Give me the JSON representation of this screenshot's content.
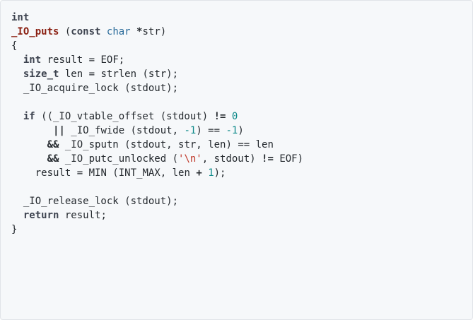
{
  "colors": {
    "background": "#f6f8fa",
    "border": "#e1e4e8",
    "plain_text": "#24292e",
    "keyword": "#3e4450",
    "function_name": "#8a1f11",
    "number": "#0e8a8a",
    "string": "#c0392b",
    "builtin_type": "#2a6b9a"
  },
  "code": {
    "lines": [
      [
        {
          "t": "int",
          "k": "type"
        }
      ],
      [
        {
          "t": "_IO_puts",
          "k": "funcname"
        },
        {
          "t": " (",
          "k": "plain"
        },
        {
          "t": "const",
          "k": "keyword"
        },
        {
          "t": " ",
          "k": "plain"
        },
        {
          "t": "char",
          "k": "builtin"
        },
        {
          "t": " ",
          "k": "plain"
        },
        {
          "t": "*",
          "k": "operator"
        },
        {
          "t": "str)",
          "k": "plain"
        }
      ],
      [
        {
          "t": "{",
          "k": "plain"
        }
      ],
      [
        {
          "t": "  ",
          "k": "plain"
        },
        {
          "t": "int",
          "k": "type"
        },
        {
          "t": " result ",
          "k": "plain"
        },
        {
          "t": "=",
          "k": "plain"
        },
        {
          "t": " EOF;",
          "k": "plain"
        }
      ],
      [
        {
          "t": "  ",
          "k": "plain"
        },
        {
          "t": "size_t",
          "k": "type"
        },
        {
          "t": " len ",
          "k": "plain"
        },
        {
          "t": "=",
          "k": "plain"
        },
        {
          "t": " strlen (str);",
          "k": "plain"
        }
      ],
      [
        {
          "t": "  _IO_acquire_lock (stdout);",
          "k": "plain"
        }
      ],
      [
        {
          "t": "",
          "k": "plain"
        }
      ],
      [
        {
          "t": "  ",
          "k": "plain"
        },
        {
          "t": "if",
          "k": "keyword"
        },
        {
          "t": " ((_IO_vtable_offset (stdout) ",
          "k": "plain"
        },
        {
          "t": "!=",
          "k": "operator"
        },
        {
          "t": " ",
          "k": "plain"
        },
        {
          "t": "0",
          "k": "number"
        }
      ],
      [
        {
          "t": "       ",
          "k": "plain"
        },
        {
          "t": "||",
          "k": "operator"
        },
        {
          "t": " _IO_fwide (stdout, ",
          "k": "plain"
        },
        {
          "t": "-1",
          "k": "number"
        },
        {
          "t": ") ",
          "k": "plain"
        },
        {
          "t": "==",
          "k": "plain"
        },
        {
          "t": " ",
          "k": "plain"
        },
        {
          "t": "-1",
          "k": "number"
        },
        {
          "t": ")",
          "k": "plain"
        }
      ],
      [
        {
          "t": "      ",
          "k": "plain"
        },
        {
          "t": "&&",
          "k": "operator"
        },
        {
          "t": " _IO_sputn (stdout, str, len) ",
          "k": "plain"
        },
        {
          "t": "==",
          "k": "plain"
        },
        {
          "t": " len",
          "k": "plain"
        }
      ],
      [
        {
          "t": "      ",
          "k": "plain"
        },
        {
          "t": "&&",
          "k": "operator"
        },
        {
          "t": " _IO_putc_unlocked (",
          "k": "plain"
        },
        {
          "t": "'\\n'",
          "k": "string"
        },
        {
          "t": ", stdout) ",
          "k": "plain"
        },
        {
          "t": "!=",
          "k": "operator"
        },
        {
          "t": " EOF)",
          "k": "plain"
        }
      ],
      [
        {
          "t": "    result ",
          "k": "plain"
        },
        {
          "t": "=",
          "k": "plain"
        },
        {
          "t": " MIN (INT_MAX, len ",
          "k": "plain"
        },
        {
          "t": "+",
          "k": "operator"
        },
        {
          "t": " ",
          "k": "plain"
        },
        {
          "t": "1",
          "k": "number"
        },
        {
          "t": ");",
          "k": "plain"
        }
      ],
      [
        {
          "t": "",
          "k": "plain"
        }
      ],
      [
        {
          "t": "  _IO_release_lock (stdout);",
          "k": "plain"
        }
      ],
      [
        {
          "t": "  ",
          "k": "plain"
        },
        {
          "t": "return",
          "k": "keyword"
        },
        {
          "t": " result;",
          "k": "plain"
        }
      ],
      [
        {
          "t": "}",
          "k": "plain"
        }
      ]
    ]
  }
}
